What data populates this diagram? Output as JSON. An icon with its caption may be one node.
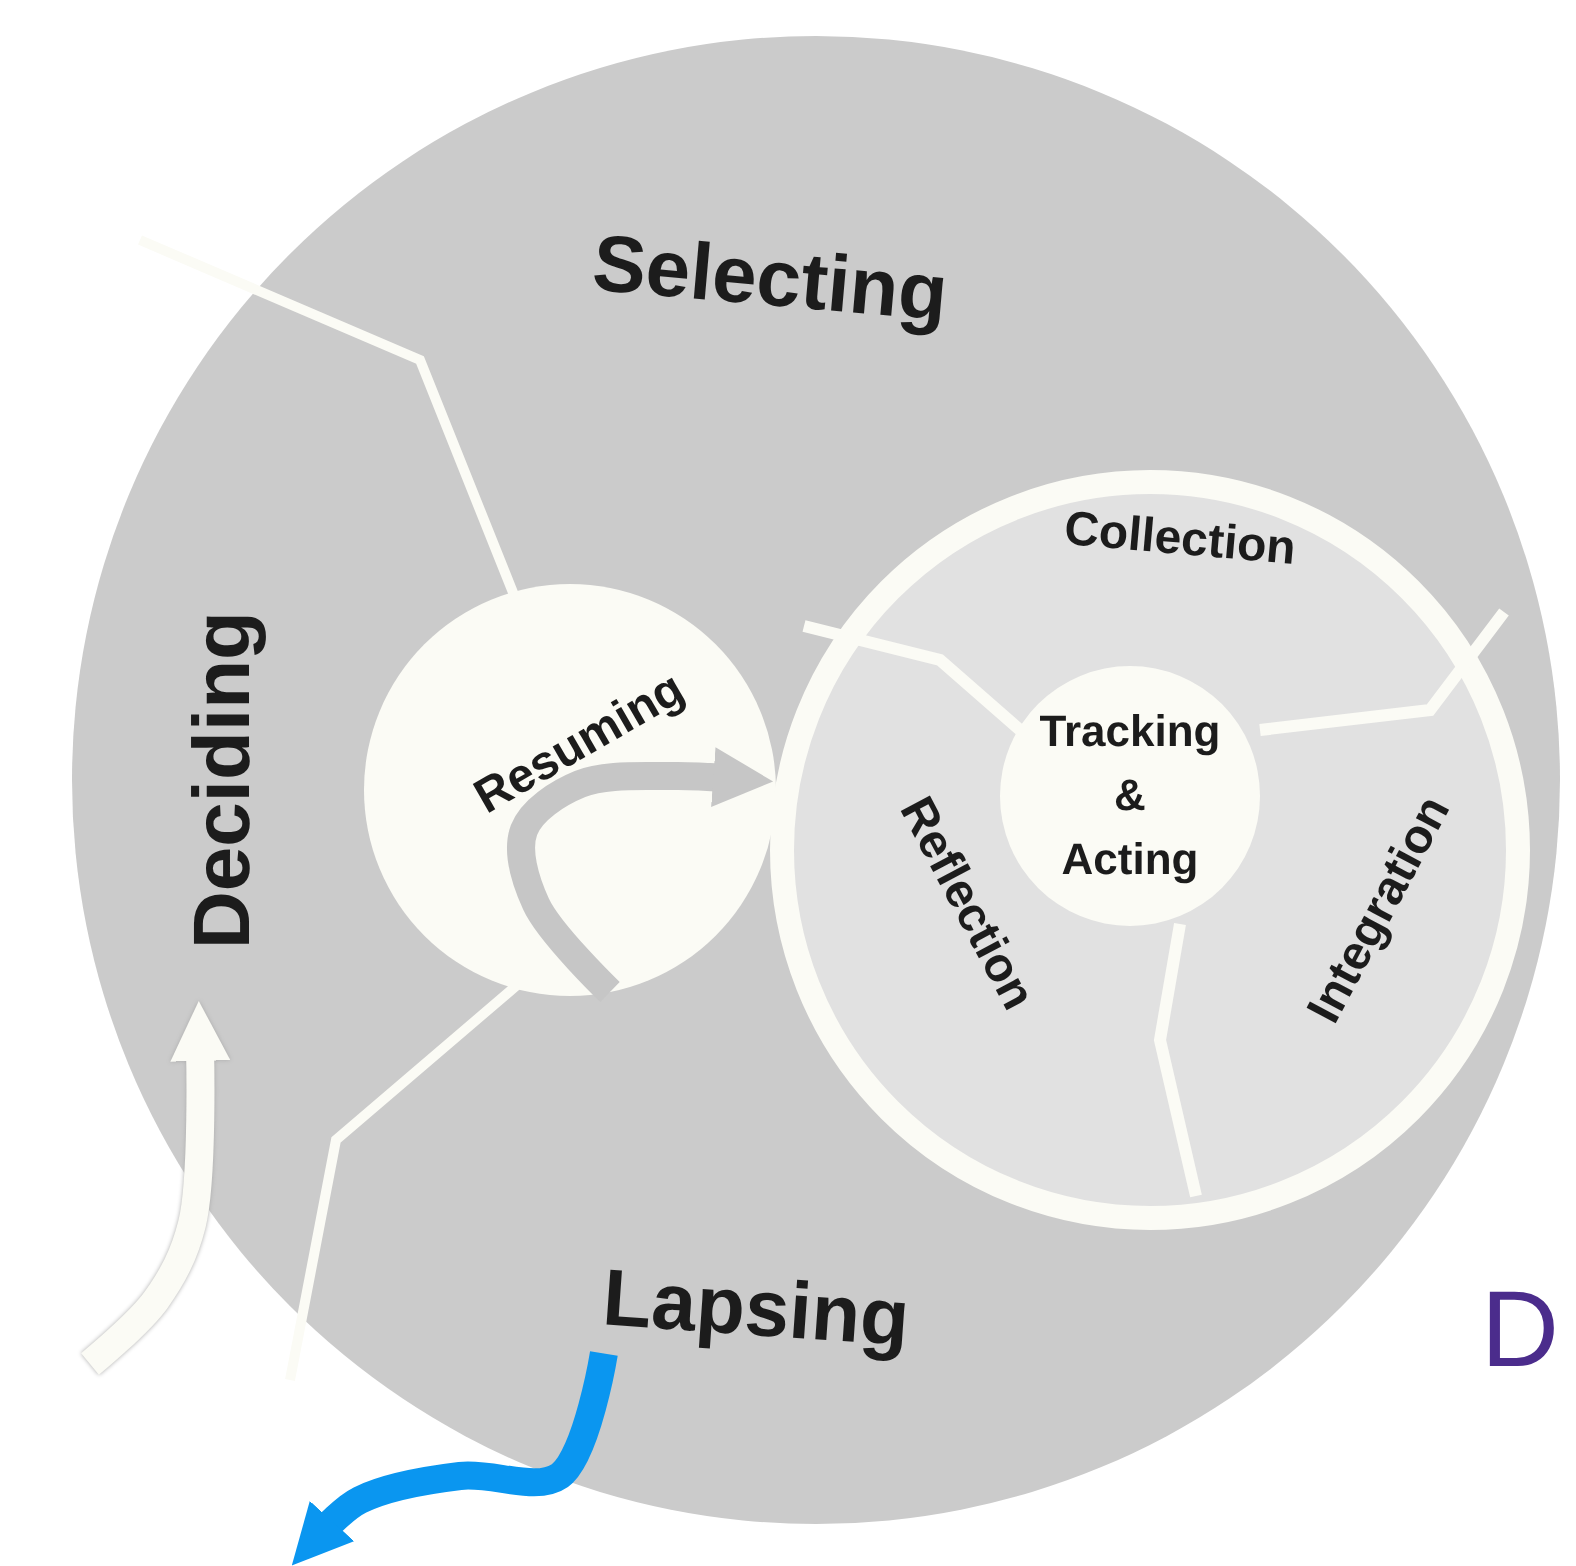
{
  "diagram": {
    "nodes": [
      {
        "text": [
          "Selecting"
        ]
      },
      {
        "text": [
          "Deciding"
        ]
      },
      {
        "text": [
          "Resuming"
        ]
      },
      {
        "text": [],
        "shape": "circle"
      },
      {
        "text": [
          "Collection"
        ],
        "in": 3
      },
      {
        "text": [
          "Tracking & Acting"
        ],
        "in": 3
      },
      {
        "text": [
          "Reflection"
        ],
        "in": 3
      },
      {
        "text": [
          "Integration"
        ],
        "in": 3
      },
      {
        "text": [
          "Lapsing"
        ]
      }
    ],
    "edges": [
      {
        "from": 2,
        "to": 3,
        "arrow": "to",
        "color": "#c6c6c6"
      },
      {
        "from": null,
        "to": 1,
        "arrow": "to",
        "color": "#fbfbf5"
      },
      {
        "from": 8,
        "to": null,
        "arrow": "to",
        "color": "#0a96f0"
      }
    ],
    "labels": [
      "D"
    ]
  }
}
